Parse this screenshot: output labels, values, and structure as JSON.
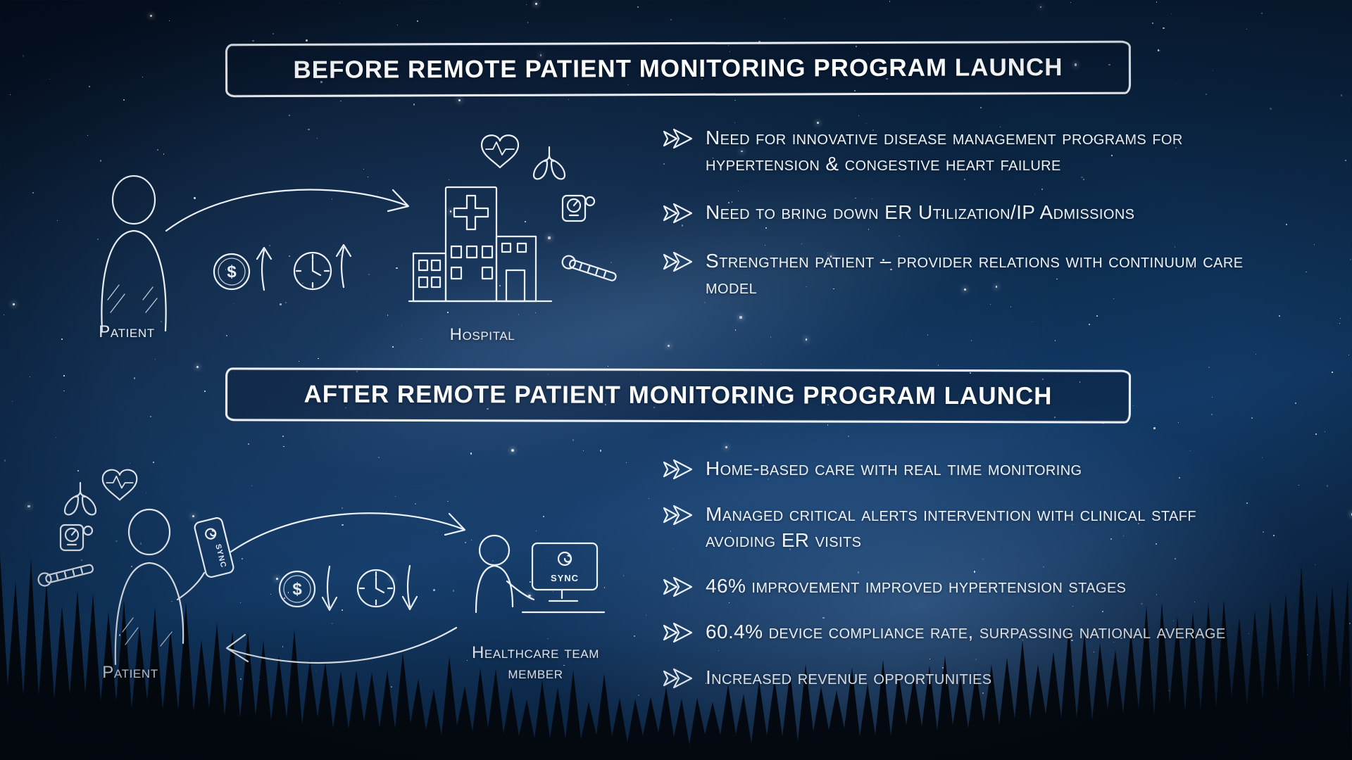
{
  "before": {
    "title": "BEFORE REMOTE PATIENT MONITORING PROGRAM LAUNCH",
    "patient_label": "Patient",
    "hospital_label": "Hospital",
    "bullets": [
      "Need for innovative disease management programs for hypertension & congestive heart failure",
      "Need to bring down ER Utilization/IP Admissions",
      "Strengthen patient – provider relations with continuum care model"
    ]
  },
  "after": {
    "title": "AFTER REMOTE PATIENT MONITORING PROGRAM LAUNCH",
    "patient_label": "Patient",
    "team_label": "Healthcare team member",
    "phone_sync_label": "SYNC",
    "monitor_sync_label": "SYNC",
    "bullets": [
      "Home-based care with real time monitoring",
      "Managed critical alerts intervention with clinical staff avoiding ER visits",
      "46% improvement improved hypertension stages",
      "60.4% device compliance rate, surpassing national average",
      "Increased revenue opportunities"
    ]
  },
  "colors": {
    "sky_top": "#040f1e",
    "sky_mid": "#123a66",
    "line_art": "#edf2f9",
    "text": "#eef3fa"
  }
}
